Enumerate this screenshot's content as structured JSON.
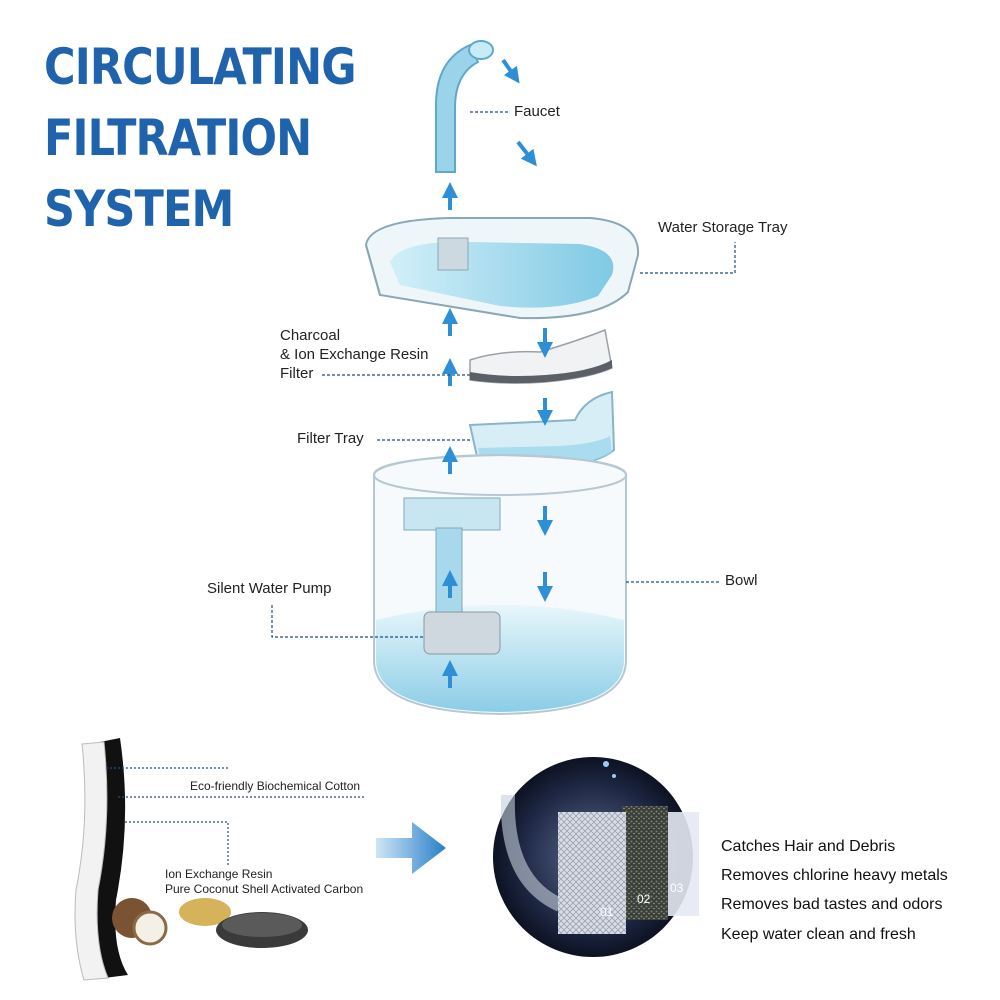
{
  "title": {
    "line1": "CIRCULATING",
    "line2": "FILTRATION",
    "line3": "SYSTEM"
  },
  "parts": {
    "faucet": "Faucet",
    "water_storage_tray": "Water Storage Tray",
    "filter_line1": "Charcoal",
    "filter_line2": "& Ion Exchange Resin",
    "filter_line3": "Filter",
    "filter_tray": "Filter Tray",
    "pump": "Silent Water Pump",
    "bowl": "Bowl"
  },
  "filter_layers": {
    "cotton": "Eco-friendly Biochemical Cotton",
    "resin": "Ion Exchange Resin",
    "carbon": "Pure Coconut Shell Activated Carbon"
  },
  "stages": [
    "01",
    "02",
    "03"
  ],
  "features": [
    "Catches Hair and Debris",
    "Removes chlorine heavy metals",
    "Removes bad tastes and odors",
    "Keep water clean and fresh"
  ],
  "colors": {
    "title": "#1f63ad",
    "arrow": "#2e8fd6",
    "water": "#8fd3ea",
    "leader": "#1f4e89"
  }
}
